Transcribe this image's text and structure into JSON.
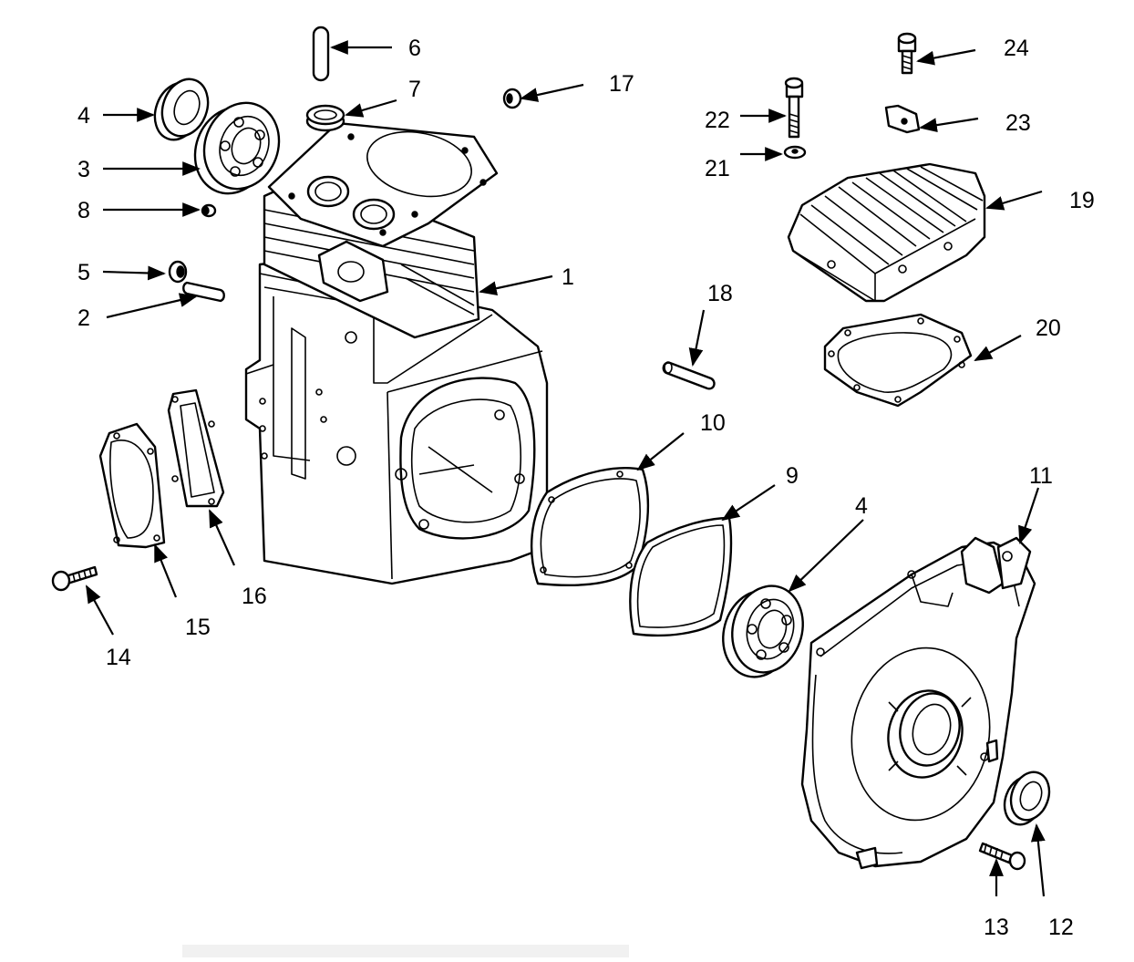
{
  "callouts": [
    {
      "id": "1",
      "label": "1"
    },
    {
      "id": "2",
      "label": "2"
    },
    {
      "id": "3",
      "label": "3"
    },
    {
      "id": "4a",
      "label": "4"
    },
    {
      "id": "4b",
      "label": "4"
    },
    {
      "id": "5",
      "label": "5"
    },
    {
      "id": "6",
      "label": "6"
    },
    {
      "id": "7",
      "label": "7"
    },
    {
      "id": "8",
      "label": "8"
    },
    {
      "id": "9",
      "label": "9"
    },
    {
      "id": "10",
      "label": "10"
    },
    {
      "id": "11",
      "label": "11"
    },
    {
      "id": "12",
      "label": "12"
    },
    {
      "id": "13",
      "label": "13"
    },
    {
      "id": "14",
      "label": "14"
    },
    {
      "id": "15",
      "label": "15"
    },
    {
      "id": "16",
      "label": "16"
    },
    {
      "id": "17",
      "label": "17"
    },
    {
      "id": "18",
      "label": "18"
    },
    {
      "id": "19",
      "label": "19"
    },
    {
      "id": "20",
      "label": "20"
    },
    {
      "id": "21",
      "label": "21"
    },
    {
      "id": "22",
      "label": "22"
    },
    {
      "id": "23",
      "label": "23"
    },
    {
      "id": "24",
      "label": "24"
    }
  ]
}
